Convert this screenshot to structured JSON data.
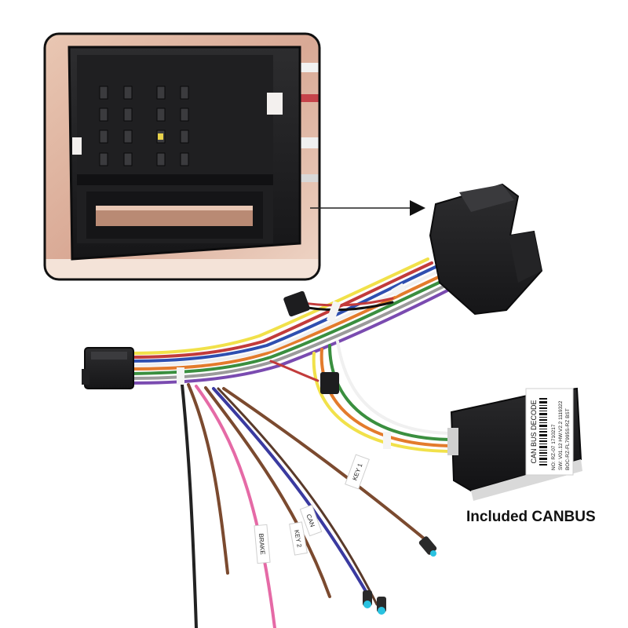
{
  "caption": "Included CANBUS",
  "module_label": {
    "title": "CAN BUS DECODE",
    "line1": "NO: RZ-07 1710217",
    "line2": "SW: V01.12 HW:V2.2 1119322",
    "line3": "BOC-RZ-FL7995S-RZ BST"
  },
  "wire_tags": {
    "key1": "KEY 1",
    "key2": "KEY 2",
    "brake": "BRAKE",
    "can": "CAN"
  }
}
